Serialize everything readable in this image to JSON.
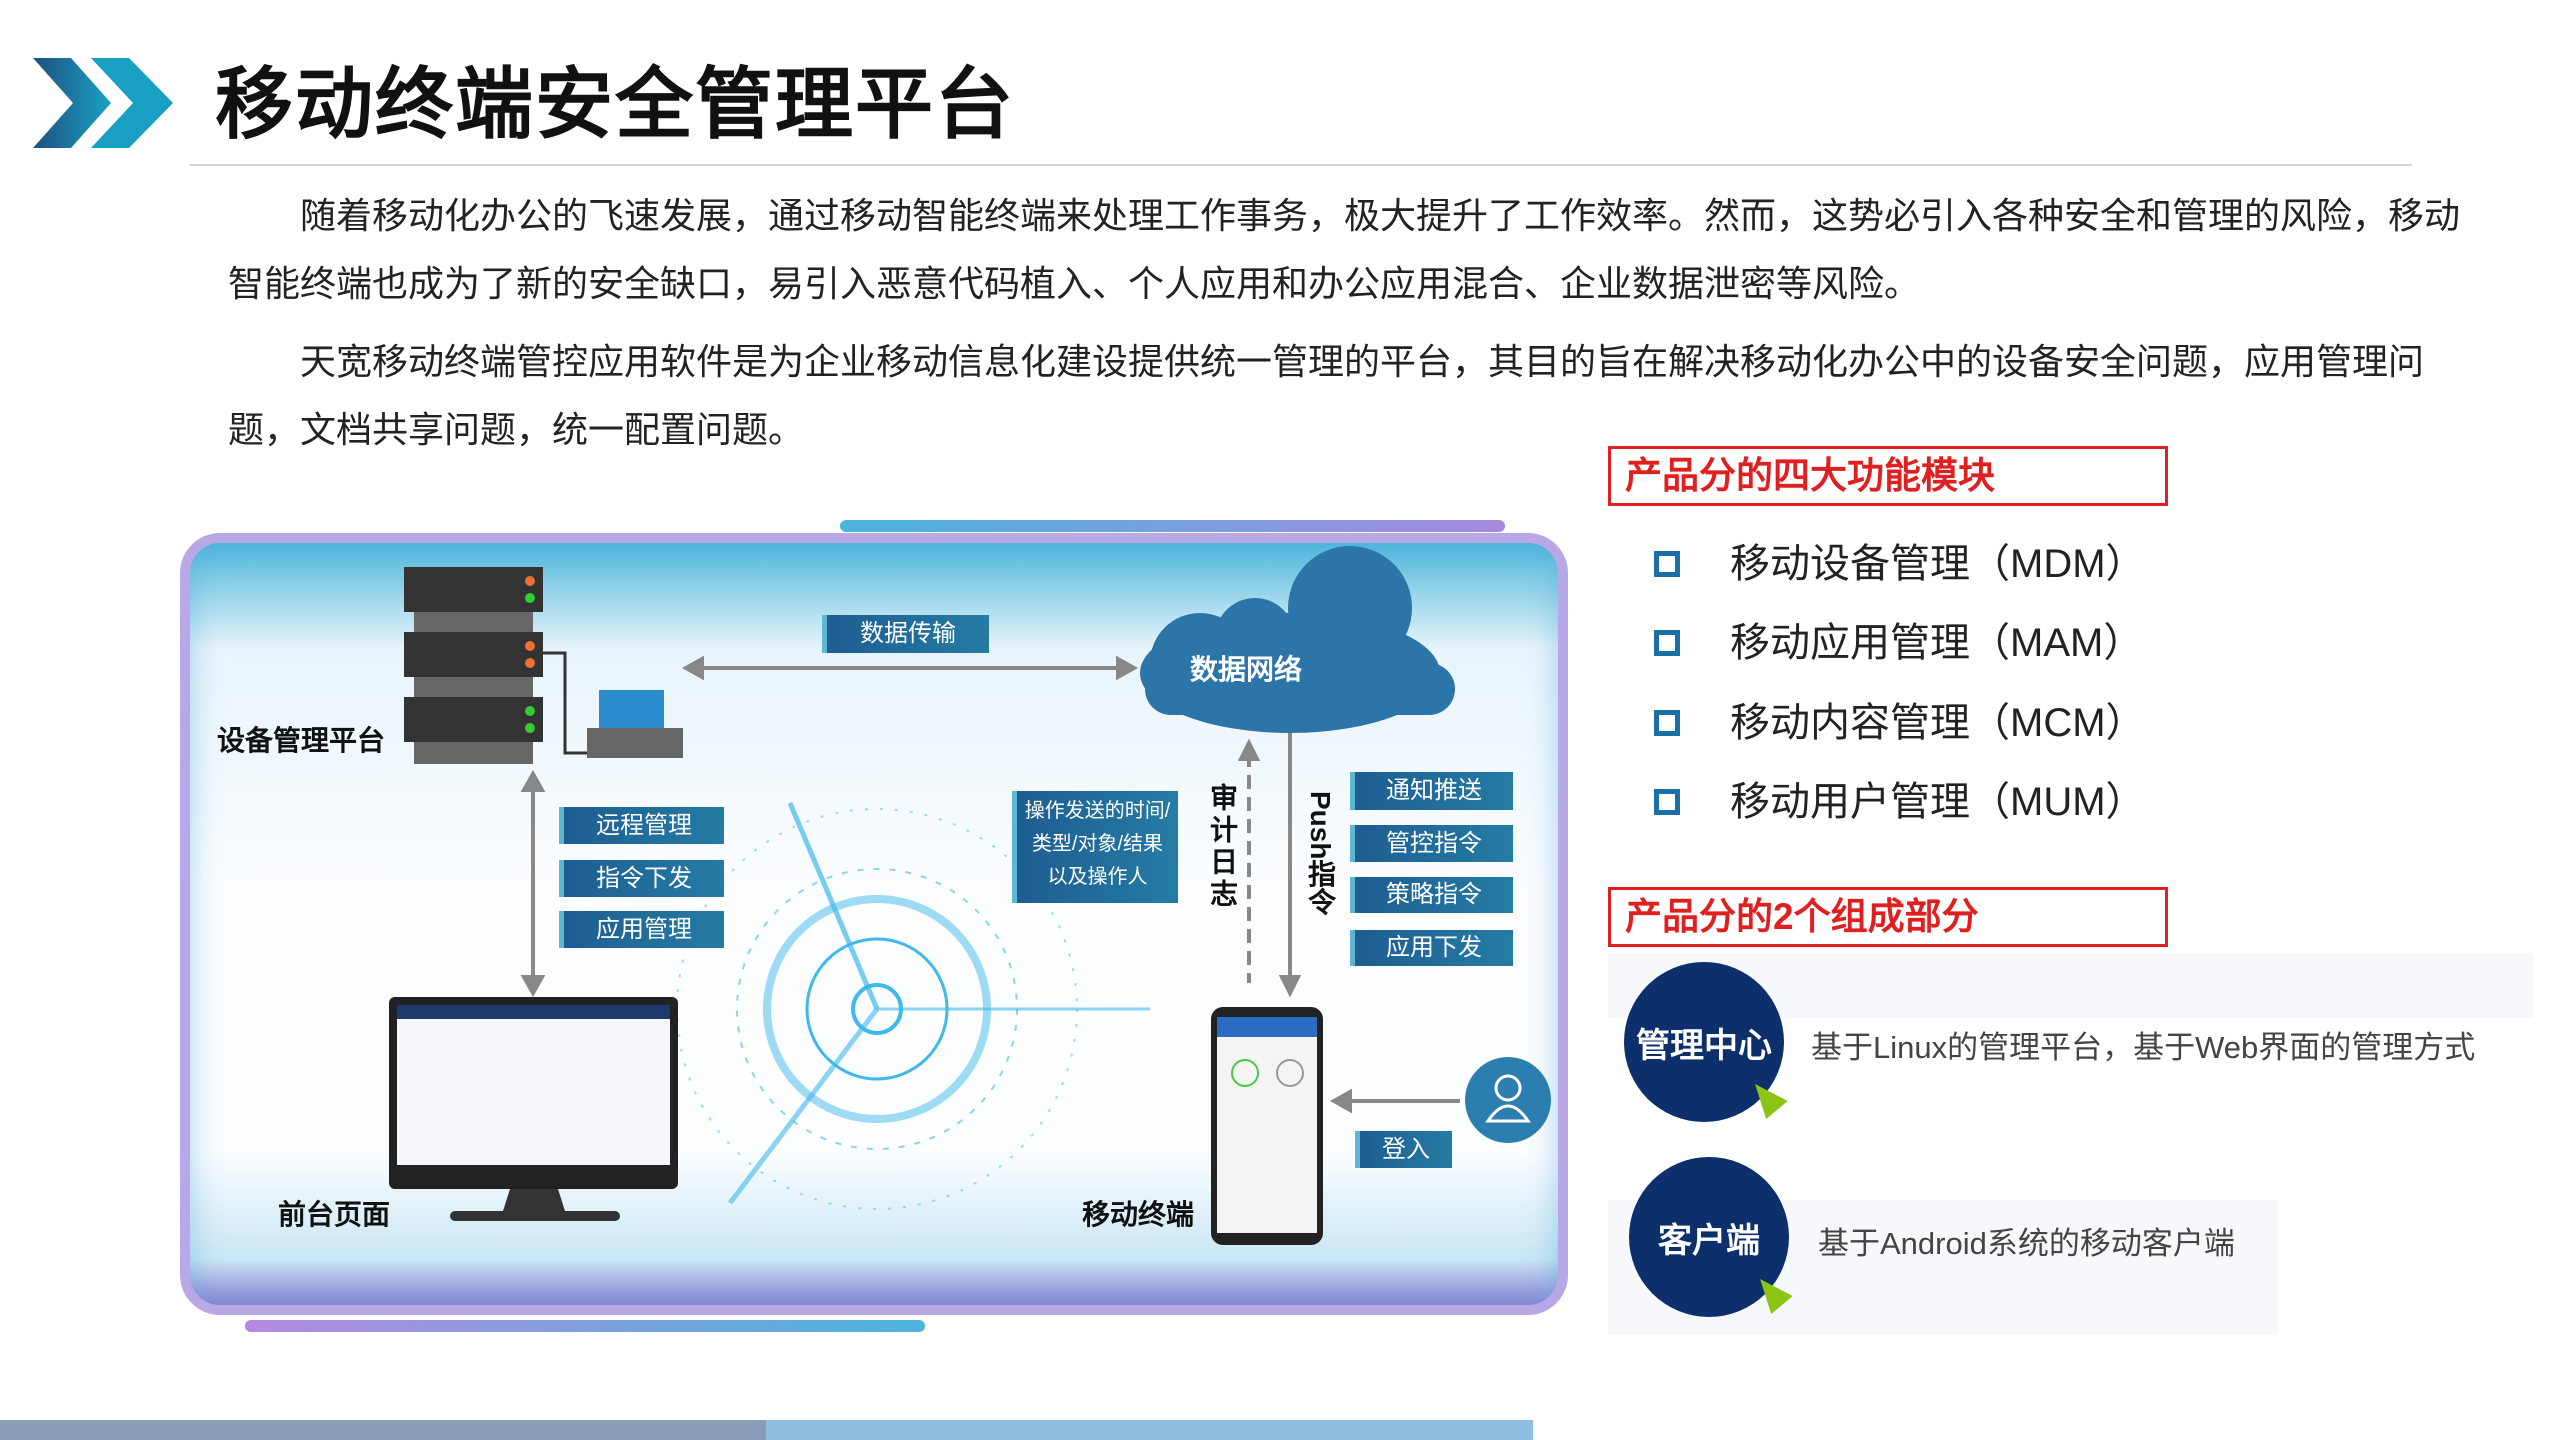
{
  "header": {
    "title": "移动终端安全管理平台",
    "logo_icon": "double-chevron-icon"
  },
  "intro": {
    "paragraph1": "随着移动化办公的飞速发展，通过移动智能终端来处理工作事务，极大提升了工作效率。然而，这势必引入各种安全和管理的风险，移动智能终端也成为了新的安全缺口，易引入恶意代码植入、个人应用和办公应用混合、企业数据泄密等风险。",
    "paragraph2": "天宽移动终端管控应用软件是为企业移动信息化建设提供统一管理的平台，其目的旨在解决移动化办公中的设备安全问题，应用管理问题，文档共享问题，统一配置问题。"
  },
  "modules": {
    "heading": "产品分的四大功能模块",
    "items": [
      {
        "label": "移动设备管理（MDM）"
      },
      {
        "label": "移动应用管理（MAM）"
      },
      {
        "label": "移动内容管理（MCM）"
      },
      {
        "label": "移动用户管理（MUM）"
      }
    ]
  },
  "components": {
    "heading": "产品分的2个组成部分",
    "items": [
      {
        "name": "管理中心",
        "desc": "基于Linux的管理平台，基于Web界面的管理方式"
      },
      {
        "name": "客户端",
        "desc": "基于Android系统的移动客户端"
      }
    ]
  },
  "diagram": {
    "platform_label": "设备管理平台",
    "data_transfer": "数据传输",
    "cloud_label": "数据网络",
    "left_actions": [
      "远程管理",
      "指令下发",
      "应用管理"
    ],
    "operation_log": [
      "操作发送的时间/",
      "类型/对象/结果",
      "以及操作人"
    ],
    "audit_label": "审计日志",
    "push_label": "Push指令",
    "push_actions": [
      "通知推送",
      "管控指令",
      "策略指令",
      "应用下发"
    ],
    "frontend_label": "前台页面",
    "mobile_label": "移动终端",
    "login_label": "登入"
  },
  "colors": {
    "accent": "#1b6fa8",
    "heading_red": "#e02020",
    "navy": "#0d2f6b",
    "cursor_green": "#8cc414"
  }
}
